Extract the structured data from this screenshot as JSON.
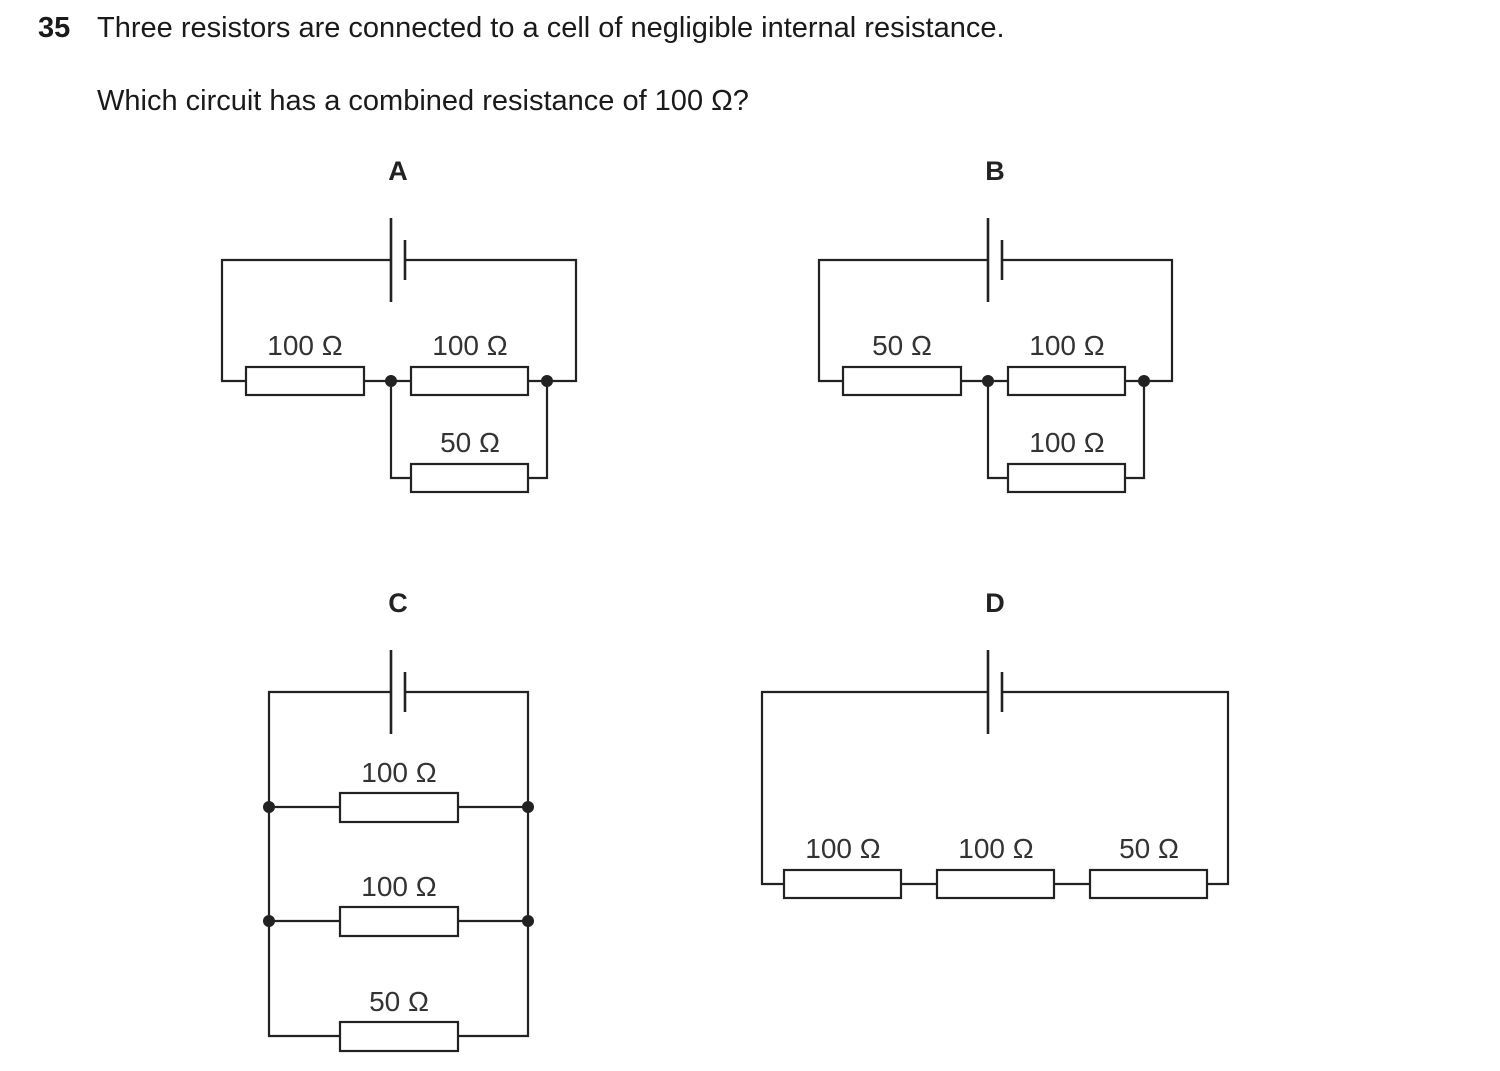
{
  "question": {
    "number": "35",
    "stem": "Three resistors are connected to a cell of negligible internal resistance.",
    "prompt": "Which circuit has a combined resistance of 100 Ω?"
  },
  "options": {
    "A": {
      "letter": "A",
      "labels": {
        "r1": "100 Ω",
        "r2": "100 Ω",
        "r3": "50 Ω"
      }
    },
    "B": {
      "letter": "B",
      "labels": {
        "r1": "50 Ω",
        "r2": "100 Ω",
        "r3": "100 Ω"
      }
    },
    "C": {
      "letter": "C",
      "labels": {
        "r1": "100 Ω",
        "r2": "100 Ω",
        "r3": "50 Ω"
      }
    },
    "D": {
      "letter": "D",
      "labels": {
        "r1": "100 Ω",
        "r2": "100 Ω",
        "r3": "50 Ω"
      }
    }
  }
}
